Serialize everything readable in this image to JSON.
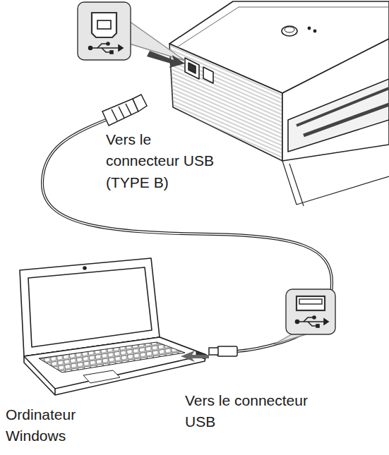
{
  "diagram": {
    "labels": [
      "Vers le connecteur USB (TYPE B)",
      "Vers le connecteur USB",
      "Ordinateur Windows"
    ]
  }
}
